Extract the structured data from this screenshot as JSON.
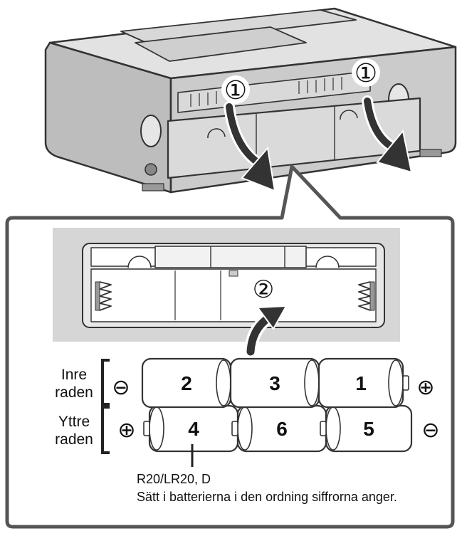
{
  "callouts": {
    "step1_left": "①",
    "step1_right": "①",
    "step2": "②"
  },
  "rows": {
    "inner": {
      "line1": "Inre",
      "line2": "raden"
    },
    "outer": {
      "line1": "Yttre",
      "line2": "raden"
    }
  },
  "batteries": {
    "inner": [
      "2",
      "3",
      "1"
    ],
    "outer": [
      "4",
      "6",
      "5"
    ]
  },
  "polarity": {
    "minus": "⊖",
    "plus": "⊕"
  },
  "battery_type": "R20/LR20, D",
  "instruction": "Sätt i batterierna i den ordning siffrorna anger.",
  "colors": {
    "device_body": "#cfcfcf",
    "panel_background": "#d6d6d6",
    "outline": "#333333",
    "battery_fill": "#ffffff"
  }
}
